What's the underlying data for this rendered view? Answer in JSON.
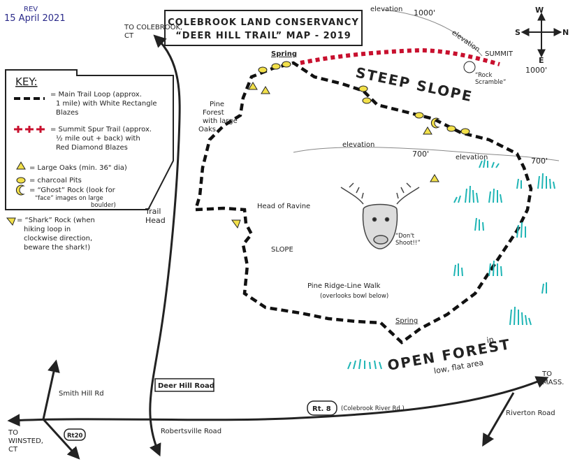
{
  "revision": {
    "label": "REV",
    "date": "15 April 2021"
  },
  "title": {
    "line1": "COLEBROOK LAND CONSERVANCY",
    "line2": "“DEER HILL TRAIL” MAP - 2019"
  },
  "key": {
    "heading": "KEY:",
    "items": [
      {
        "symbol": "black-dashed-line",
        "text_lines": [
          "= Main Trail Loop (approx.",
          "1 mile) with White Rectangle",
          "Blazes"
        ]
      },
      {
        "symbol": "red-cross-line",
        "text_lines": [
          "= Summit Spur Trail (approx.",
          "½ mile out + back) with",
          "Red Diamond Blazes"
        ]
      },
      {
        "symbol": "triangle-icon",
        "text_lines": [
          "= Large Oaks (min. 36\" dia)"
        ]
      },
      {
        "symbol": "circle-icon",
        "text_lines": [
          "= charcoal Pits"
        ]
      },
      {
        "symbol": "crescent-icon",
        "text_lines": [
          "= “Ghost” Rock (look for",
          "“face” images on large",
          "boulder)"
        ]
      }
    ],
    "shark_text_lines": [
      "= “Shark” Rock (when",
      "hiking loop in",
      "clockwise direction,",
      "beware the shark!)"
    ]
  },
  "compass": {
    "north": "N",
    "south": "S",
    "east": "E",
    "west": "W"
  },
  "labels": {
    "to_colebrook": [
      "TO COLEBROOK,",
      "CT"
    ],
    "spring_top": "Spring",
    "summit": "SUMMIT",
    "rock_scramble": [
      "“Rock",
      "Scramble”"
    ],
    "elevation_1000_top": [
      "elevation",
      "1000'",
      "elevation"
    ],
    "elevation_1000_right": "1000'",
    "steep_slope": "STEEP SLOPE",
    "pine_forest": [
      "Pine",
      "Forest",
      "with large",
      "Oaks"
    ],
    "elevation_700": [
      "elevation",
      "700'",
      "elevation",
      "700'"
    ],
    "trail_head": [
      "Trail",
      "Head"
    ],
    "head_of_ravine": "Head of Ravine",
    "slope": "SLOPE",
    "dont_shoot": [
      "“Don't",
      "Shoot!!”"
    ],
    "pine_ridge": [
      "Pine Ridge-Line Walk",
      "(overlooks bowl below)"
    ],
    "spring_bottom": "Spring",
    "open_forest": [
      "OPEN FOREST",
      "in",
      "low, flat area"
    ],
    "to_mass": [
      "TO",
      "MASS."
    ],
    "smith_hill": "Smith Hill Rd",
    "deer_hill_road": "Deer Hill Road",
    "rt8": "Rt. 8",
    "colebrook_river_rd": "(Colebrook River Rd.)",
    "riverton_road": "Riverton Road",
    "robertsville_road": "Robertsville Road",
    "to_winsted": [
      "TO",
      "WINSTED,",
      "CT"
    ],
    "rt20": "Rt20"
  },
  "colors": {
    "main_trail": "#111111",
    "summit_trail": "#c8102e",
    "marker_yellow": "#f2e04a",
    "grass": "#1fb5b5",
    "ink": "#222222"
  }
}
